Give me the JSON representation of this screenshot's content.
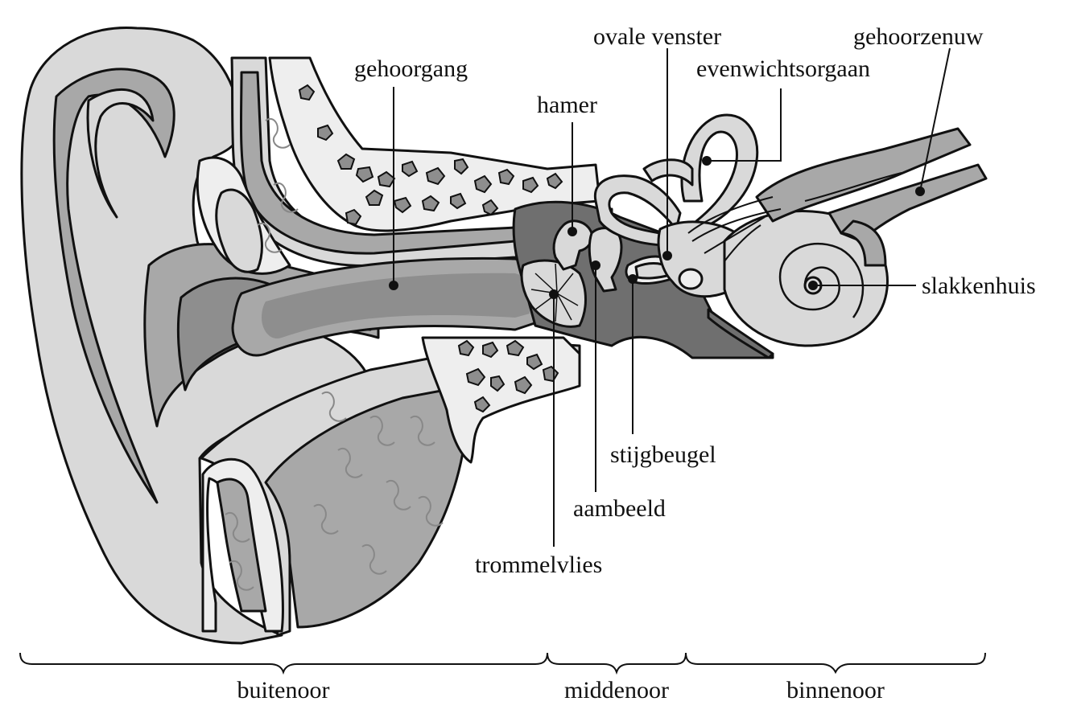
{
  "labels": {
    "gehoorgang": "gehoorgang",
    "hamer": "hamer",
    "ovale_venster": "ovale venster",
    "evenwichtsorgaan": "evenwichtsorgaan",
    "gehoorzenuw": "gehoorzenuw",
    "slakkenhuis": "slakkenhuis",
    "stijgbeugel": "stijgbeugel",
    "aambeeld": "aambeeld",
    "trommelvlies": "trommelvlies"
  },
  "regions": {
    "buitenoor": "buitenoor",
    "middenoor": "middenoor",
    "binnenoor": "binnenoor"
  },
  "colors": {
    "light_gray": "#d9d9d9",
    "mid_gray": "#a8a8a8",
    "dark_gray": "#6f6f6f",
    "very_light": "#eeeeee",
    "outline": "#111111"
  }
}
